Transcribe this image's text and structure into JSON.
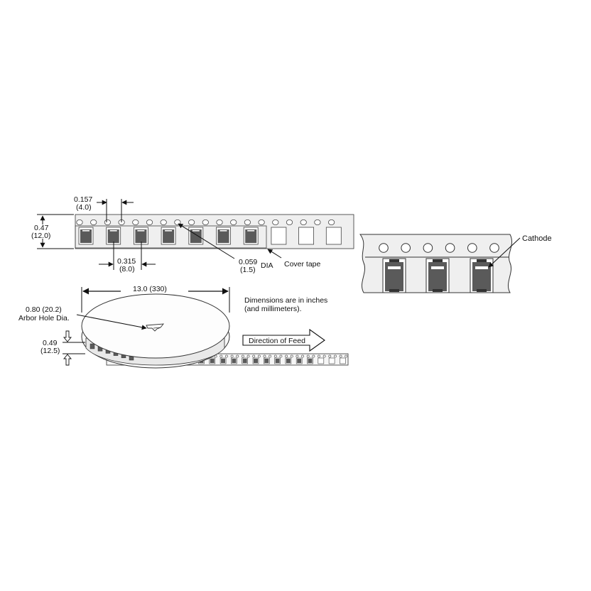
{
  "labels": {
    "pitch_pocket_in": "0.157",
    "pitch_pocket_mm": "(4.0)",
    "width_in": "0.47",
    "width_mm": "(12.0)",
    "pitch_part_in": "0.315",
    "pitch_part_mm": "(8.0)",
    "hole_in": "0.059",
    "hole_mm": "(1.5)",
    "hole_dia": "DIA",
    "cover_tape": "Cover tape",
    "reel_diameter": "13.0 (330)",
    "arbor_line1": "0.80 (20.2)",
    "arbor_line2": "Arbor Hole Dia.",
    "reel_width_in": "0.49",
    "reel_width_mm": "(12.5)",
    "note_line1": "Dimensions are in inches",
    "note_line2": "(and millimeters).",
    "direction": "Direction of Feed",
    "cathode": "Cathode"
  },
  "colors": {
    "tape_fill": "#efefef",
    "part_body": "#5a5a5a",
    "line": "#111111"
  }
}
